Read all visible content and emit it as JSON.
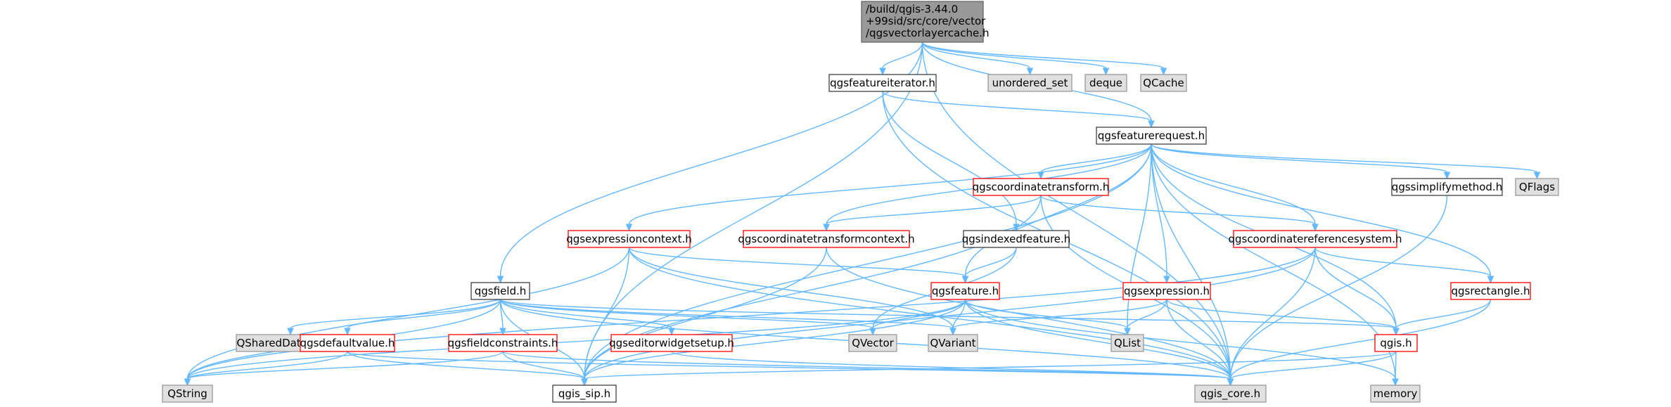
{
  "graph": {
    "root": {
      "label_lines": [
        "/build/qgis-3.44.0",
        "+99sid/src/core/vector",
        "/qgsvectorlayercache.h"
      ]
    },
    "nodes": [
      {
        "id": "root",
        "label": "/build/qgis-3.44.0 +99sid/src/core/vector /qgsvectorlayercache.h",
        "style": "root"
      },
      {
        "id": "unordered_set",
        "label": "unordered_set",
        "style": "gray"
      },
      {
        "id": "deque",
        "label": "deque",
        "style": "gray"
      },
      {
        "id": "QCache",
        "label": "QCache",
        "style": "gray"
      },
      {
        "id": "qgsfeatureiterator",
        "label": "qgsfeatureiterator.h",
        "style": "black"
      },
      {
        "id": "qgsfeaturerequest",
        "label": "qgsfeaturerequest.h",
        "style": "black"
      },
      {
        "id": "qgscoordinatetransform",
        "label": "qgscoordinatetransform.h",
        "style": "red"
      },
      {
        "id": "qgssimplifymethod",
        "label": "qgssimplifymethod.h",
        "style": "black"
      },
      {
        "id": "QFlags",
        "label": "QFlags",
        "style": "gray"
      },
      {
        "id": "qgsexpressioncontext",
        "label": "qgsexpressioncontext.h",
        "style": "red"
      },
      {
        "id": "qgscoordinatetransformcontext",
        "label": "qgscoordinatetransformcontext.h",
        "style": "red"
      },
      {
        "id": "qgsindexedfeature",
        "label": "qgsindexedfeature.h",
        "style": "black"
      },
      {
        "id": "qgscoordinatereferencesystem",
        "label": "qgscoordinatereferencesystem.h",
        "style": "red"
      },
      {
        "id": "qgsfield",
        "label": "qgsfield.h",
        "style": "black"
      },
      {
        "id": "qgsfeature",
        "label": "qgsfeature.h",
        "style": "red"
      },
      {
        "id": "qgsexpression",
        "label": "qgsexpression.h",
        "style": "red"
      },
      {
        "id": "qgsrectangle",
        "label": "qgsrectangle.h",
        "style": "red"
      },
      {
        "id": "QSharedDataPointer",
        "label": "QSharedDataPointer",
        "style": "gray"
      },
      {
        "id": "qgsdefaultvalue",
        "label": "qgsdefaultvalue.h",
        "style": "red"
      },
      {
        "id": "qgsfieldconstraints",
        "label": "qgsfieldconstraints.h",
        "style": "red"
      },
      {
        "id": "qgseditorwidgetsetup",
        "label": "qgseditorwidgetsetup.h",
        "style": "red"
      },
      {
        "id": "QVector",
        "label": "QVector",
        "style": "gray"
      },
      {
        "id": "QVariant",
        "label": "QVariant",
        "style": "gray"
      },
      {
        "id": "QList",
        "label": "QList",
        "style": "gray"
      },
      {
        "id": "qgis",
        "label": "qgis.h",
        "style": "red"
      },
      {
        "id": "QString",
        "label": "QString",
        "style": "gray"
      },
      {
        "id": "qgis_sip",
        "label": "qgis_sip.h",
        "style": "black"
      },
      {
        "id": "qgis_core",
        "label": "qgis_core.h",
        "style": "gray"
      },
      {
        "id": "memory",
        "label": "memory",
        "style": "gray"
      }
    ],
    "edges": [
      [
        "root",
        "qgsfeatureiterator"
      ],
      [
        "root",
        "unordered_set"
      ],
      [
        "root",
        "deque"
      ],
      [
        "root",
        "QCache"
      ],
      [
        "root",
        "qgsfeaturerequest"
      ],
      [
        "root",
        "qgsfield"
      ],
      [
        "root",
        "qgis_sip"
      ],
      [
        "root",
        "qgis_core"
      ],
      [
        "qgsfeatureiterator",
        "qgsfeaturerequest"
      ],
      [
        "qgsfeatureiterator",
        "qgsindexedfeature"
      ],
      [
        "qgsfeatureiterator",
        "qgis_core"
      ],
      [
        "qgsfeaturerequest",
        "qgscoordinatetransform"
      ],
      [
        "qgsfeaturerequest",
        "qgssimplifymethod"
      ],
      [
        "qgsfeaturerequest",
        "QFlags"
      ],
      [
        "qgsfeaturerequest",
        "qgsexpressioncontext"
      ],
      [
        "qgsfeaturerequest",
        "qgscoordinatetransformcontext"
      ],
      [
        "qgsfeaturerequest",
        "qgscoordinatereferencesystem"
      ],
      [
        "qgsfeaturerequest",
        "qgsfeature"
      ],
      [
        "qgsfeaturerequest",
        "qgsexpression"
      ],
      [
        "qgsfeaturerequest",
        "qgsrectangle"
      ],
      [
        "qgsfeaturerequest",
        "QList"
      ],
      [
        "qgsfeaturerequest",
        "qgis"
      ],
      [
        "qgsfeaturerequest",
        "qgis_sip"
      ],
      [
        "qgsfeaturerequest",
        "qgis_core"
      ],
      [
        "qgsfeaturerequest",
        "memory"
      ],
      [
        "qgscoordinatetransform",
        "qgscoordinatetransformcontext"
      ],
      [
        "qgscoordinatetransform",
        "qgscoordinatereferencesystem"
      ],
      [
        "qgscoordinatetransform",
        "qgis_sip"
      ],
      [
        "qgscoordinatetransform",
        "qgis_core"
      ],
      [
        "qgssimplifymethod",
        "qgis_core"
      ],
      [
        "qgsexpressioncontext",
        "qgsfeature"
      ],
      [
        "qgsexpressioncontext",
        "QString"
      ],
      [
        "qgsexpressioncontext",
        "QVariant"
      ],
      [
        "qgsexpressioncontext",
        "qgis_sip"
      ],
      [
        "qgsexpressioncontext",
        "qgis_core"
      ],
      [
        "qgscoordinatetransformcontext",
        "qgis_sip"
      ],
      [
        "qgscoordinatetransformcontext",
        "qgis_core"
      ],
      [
        "qgsindexedfeature",
        "qgsfeature"
      ],
      [
        "qgsindexedfeature",
        "QVector"
      ],
      [
        "qgscoordinatereferencesystem",
        "qgsrectangle"
      ],
      [
        "qgscoordinatereferencesystem",
        "qgis"
      ],
      [
        "qgscoordinatereferencesystem",
        "QString"
      ],
      [
        "qgscoordinatereferencesystem",
        "qgis_sip"
      ],
      [
        "qgscoordinatereferencesystem",
        "qgis_core"
      ],
      [
        "qgsfield",
        "QSharedDataPointer"
      ],
      [
        "qgsfield",
        "qgsdefaultvalue"
      ],
      [
        "qgsfield",
        "qgsfieldconstraints"
      ],
      [
        "qgsfield",
        "qgseditorwidgetsetup"
      ],
      [
        "qgsfield",
        "QVector"
      ],
      [
        "qgsfield",
        "QVariant"
      ],
      [
        "qgsfield",
        "qgis"
      ],
      [
        "qgsfield",
        "QString"
      ],
      [
        "qgsfield",
        "qgis_sip"
      ],
      [
        "qgsfield",
        "qgis_core"
      ],
      [
        "qgsfeature",
        "QVector"
      ],
      [
        "qgsfeature",
        "QVariant"
      ],
      [
        "qgsfeature",
        "QList"
      ],
      [
        "qgsfeature",
        "qgis_sip"
      ],
      [
        "qgsfeature",
        "qgis_core"
      ],
      [
        "qgsfeature",
        "memory"
      ],
      [
        "qgsfeature",
        "QString"
      ],
      [
        "qgsexpression",
        "QVariant"
      ],
      [
        "qgsexpression",
        "QList"
      ],
      [
        "qgsexpression",
        "qgis"
      ],
      [
        "qgsexpression",
        "qgis_core"
      ],
      [
        "qgsrectangle",
        "qgis"
      ],
      [
        "qgsrectangle",
        "qgis_core"
      ],
      [
        "qgsdefaultvalue",
        "QString"
      ],
      [
        "qgsdefaultvalue",
        "qgis_sip"
      ],
      [
        "qgsdefaultvalue",
        "qgis_core"
      ],
      [
        "qgsfieldconstraints",
        "QString"
      ],
      [
        "qgsfieldconstraints",
        "qgis_sip"
      ],
      [
        "qgsfieldconstraints",
        "qgis_core"
      ],
      [
        "qgseditorwidgetsetup",
        "qgis_core"
      ],
      [
        "qgis",
        "qgis_core"
      ],
      [
        "qgis",
        "qgis_sip"
      ],
      [
        "qgis",
        "memory"
      ]
    ]
  },
  "colors": {
    "edge": "#63b8ff",
    "root_fill": "#999999",
    "root_stroke": "#666666",
    "gray_fill": "#e0e0e0",
    "gray_stroke": "#999999",
    "red_stroke": "#ff0000",
    "black_stroke": "#404040",
    "node_fill": "#ffffff",
    "text": "#000000"
  }
}
